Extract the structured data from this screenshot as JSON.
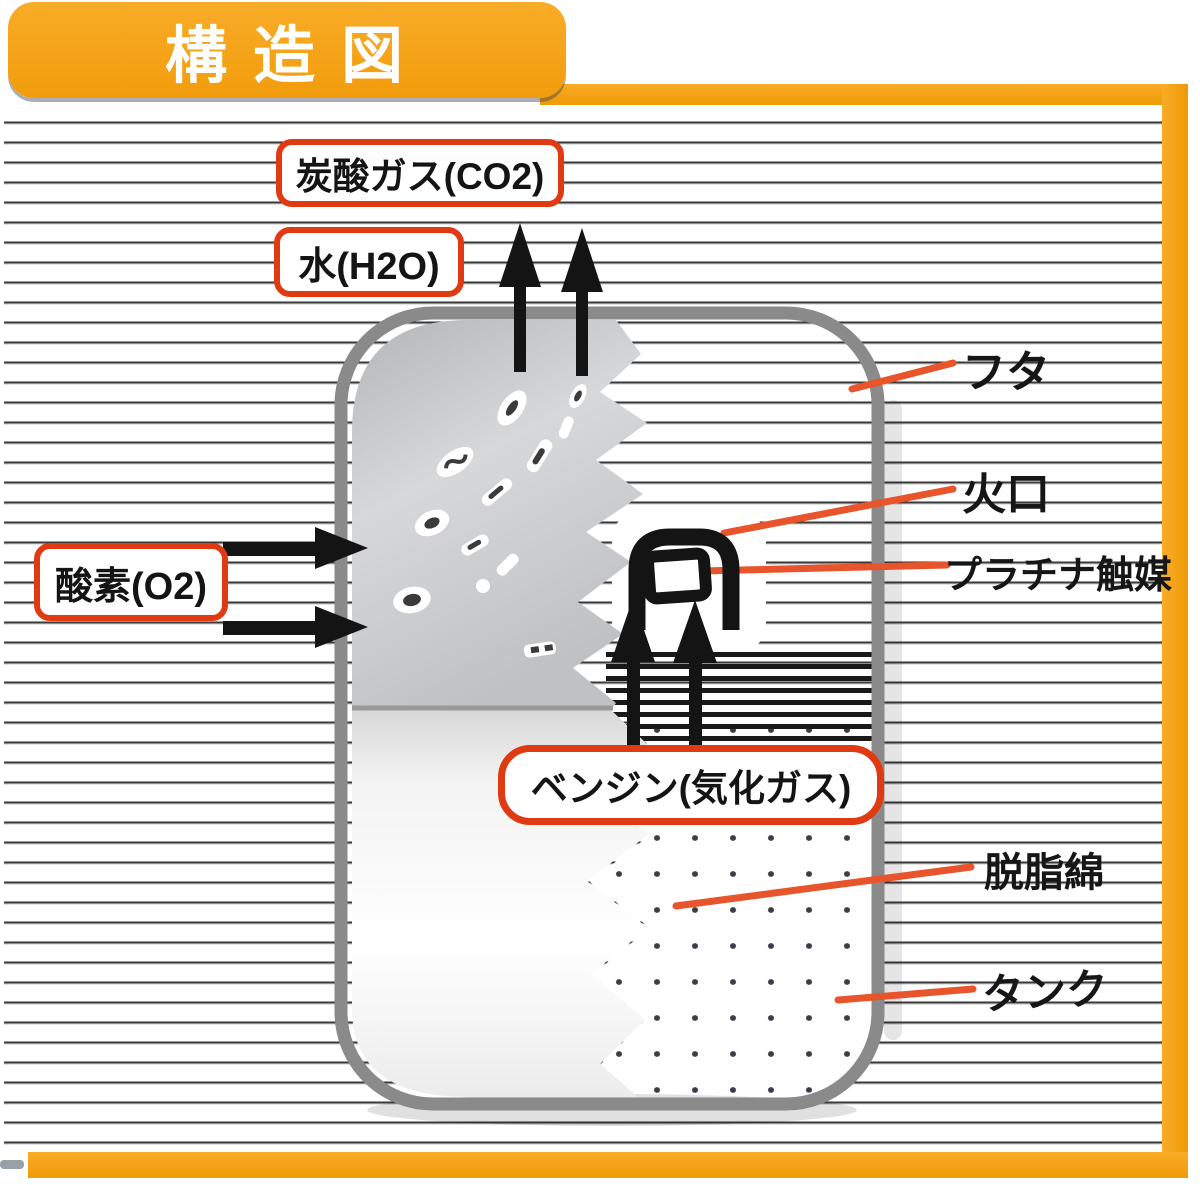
{
  "title": "構造図",
  "colors": {
    "frame_orange": "#F5A017",
    "callout_red": "#E03A12",
    "leader_orange_red": "#E8542B",
    "device_gray": "#8A8A8A",
    "arrow_black": "#141414"
  },
  "icons": {
    "flow_up_arrow": "▲",
    "flow_right_arrow": "▶"
  },
  "callouts": {
    "co2": "炭酸ガス(CO2)",
    "h2o": "水(H2O)",
    "o2": "酸素(O2)",
    "benzine": "ベンジン(気化ガス)"
  },
  "parts": {
    "lid": "フタ",
    "burner": "火口",
    "catalyst": "プラチナ触媒",
    "cotton": "脱脂綿",
    "tank": "タンク"
  }
}
